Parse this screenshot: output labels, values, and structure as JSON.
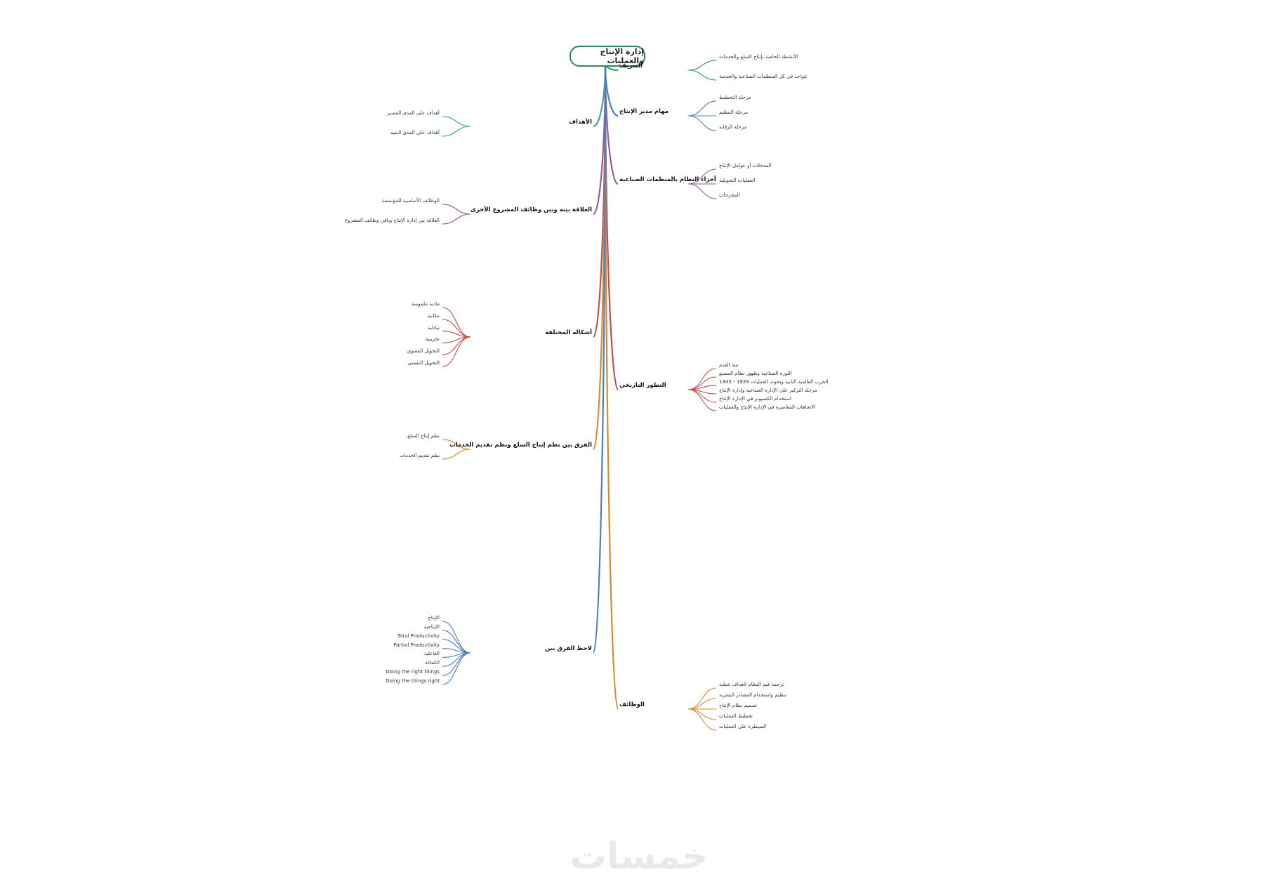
{
  "diagram": {
    "root": "إدارة الإنتاج والعمليات",
    "colors": {
      "root_border": "#2e8b57",
      "branch_green": "#3a9d5d",
      "branch_blue": "#4a7fc1",
      "branch_purple": "#8e5ea2",
      "branch_red": "#c0504d",
      "branch_orange": "#d88a2c",
      "branch_teal": "#3aa6a6"
    },
    "right_sections": [
      {
        "title": "التعريف",
        "items": [
          "الأنشطة الخاصة بإنتاج السلع والخدمات",
          "تتواجد في كل المنظمات الصناعية والخدمية"
        ]
      },
      {
        "title": "مهام مدير الإنتاج",
        "items": [
          "مرحلة التخطيط",
          "مرحلة التنظيم",
          "مرحلة الرقابة"
        ]
      },
      {
        "title": "أجزاء النظام بالمنظمات الصناعية",
        "items": [
          "المدخلات أو عوامل الإنتاج",
          "العمليات التحويلية",
          "المخرجات"
        ]
      },
      {
        "title": "التطور التاريخي",
        "items": [
          "منذ القدم",
          "الثورة الصناعية وظهور نظام المصنع",
          "الحرب العالمية الثانية وبحوث العمليات 1939 - 1945",
          "مرحلة التركيز على الإدارة الصناعية وإدارة الإنتاج",
          "استخدام الكمبيوتر في الإدارة الإنتاج",
          "الاتجاهات المعاصرة في الإدارة الإنتاج والعمليات"
        ]
      },
      {
        "title": "الوظائف",
        "items": [
          "ترجمة قيم النظام لأهداف عملية",
          "تنظيم واستخدام المصادر البشرية",
          "تصميم نظام الإنتاج",
          "تخطيط العمليات",
          "السيطرة على العمليات"
        ]
      }
    ],
    "left_sections": [
      {
        "title": "الأهداف",
        "items": [
          "أهداف على المدى القصير",
          "أهداف على المدى البعيد"
        ]
      },
      {
        "title": "العلاقة بينه وبين وظائف المشروع الأخرى",
        "items": [
          "الوظائف الأساسية للمؤسسة",
          "العلاقة بين إدارة الإنتاج وباقي وظائف المشروع"
        ]
      },
      {
        "title": "أشكاله المختلفة",
        "items": [
          "مادية ملموسة",
          "مكانية",
          "تبادلية",
          "تخزينية",
          "التحويل المعنوي",
          "التحويل النفسي"
        ]
      },
      {
        "title": "الفرق بين نظم إنتاج السلع ونظم تقديم الخدمات",
        "items": [
          "نظم إنتاج السلع",
          "نظم تقديم الخدمات"
        ]
      },
      {
        "title": "لاحظ الفرق بين",
        "items": [
          "الإنتاج",
          "الإنتاجية",
          "Total Productivity",
          "Partial Productivity",
          "الفاعلية",
          "الكفاءة",
          "Doing the right things",
          "Doing the things right"
        ]
      }
    ],
    "watermark": "خمسات"
  }
}
